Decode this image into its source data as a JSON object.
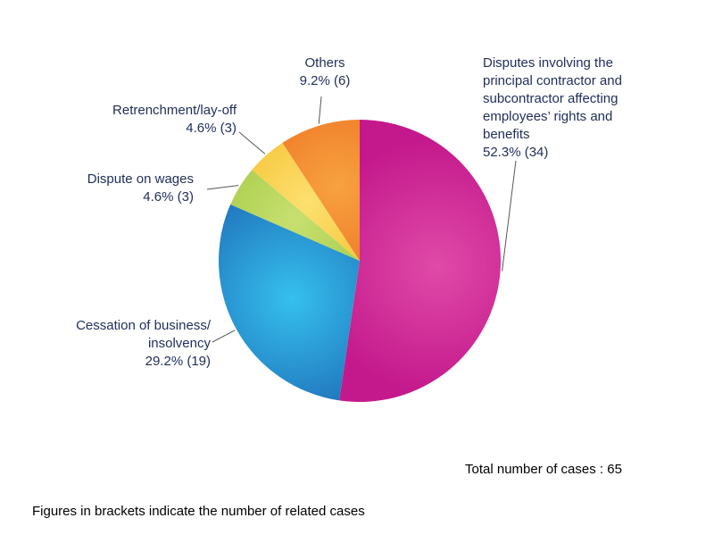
{
  "chart_data": {
    "type": "pie",
    "slices": [
      {
        "label_lines": [
          "Disputes involving the",
          "principal contractor and",
          "subcontractor affecting",
          "employees’ rights and",
          "benefits"
        ],
        "value_text": "52.3% (34)",
        "percent": 52.3,
        "count": 34,
        "color": "#c4198c",
        "color_light": "#e04aa8"
      },
      {
        "label_lines": [
          "Cessation of business/",
          "insolvency"
        ],
        "value_text": "29.2% (19)",
        "percent": 29.2,
        "count": 19,
        "color": "#1f6fb8",
        "color_light": "#35c0ee"
      },
      {
        "label_lines": [
          "Dispute on wages"
        ],
        "value_text": "4.6% (3)",
        "percent": 4.6,
        "count": 3,
        "color": "#9ac43a",
        "color_light": "#c8e070"
      },
      {
        "label_lines": [
          "Retrenchment/lay-off"
        ],
        "value_text": "4.6% (3)",
        "percent": 4.6,
        "count": 3,
        "color": "#f2b81e",
        "color_light": "#fde070"
      },
      {
        "label_lines": [
          "Others"
        ],
        "value_text": "9.2% (6)",
        "percent": 9.2,
        "count": 6,
        "color": "#ec6a1e",
        "color_light": "#f7a240"
      }
    ],
    "start": "12 o'clock",
    "direction": "clockwise",
    "legend": "none"
  },
  "total_text": "Total number of cases : 65",
  "footnote_text": "Figures in brackets indicate the number of related cases"
}
